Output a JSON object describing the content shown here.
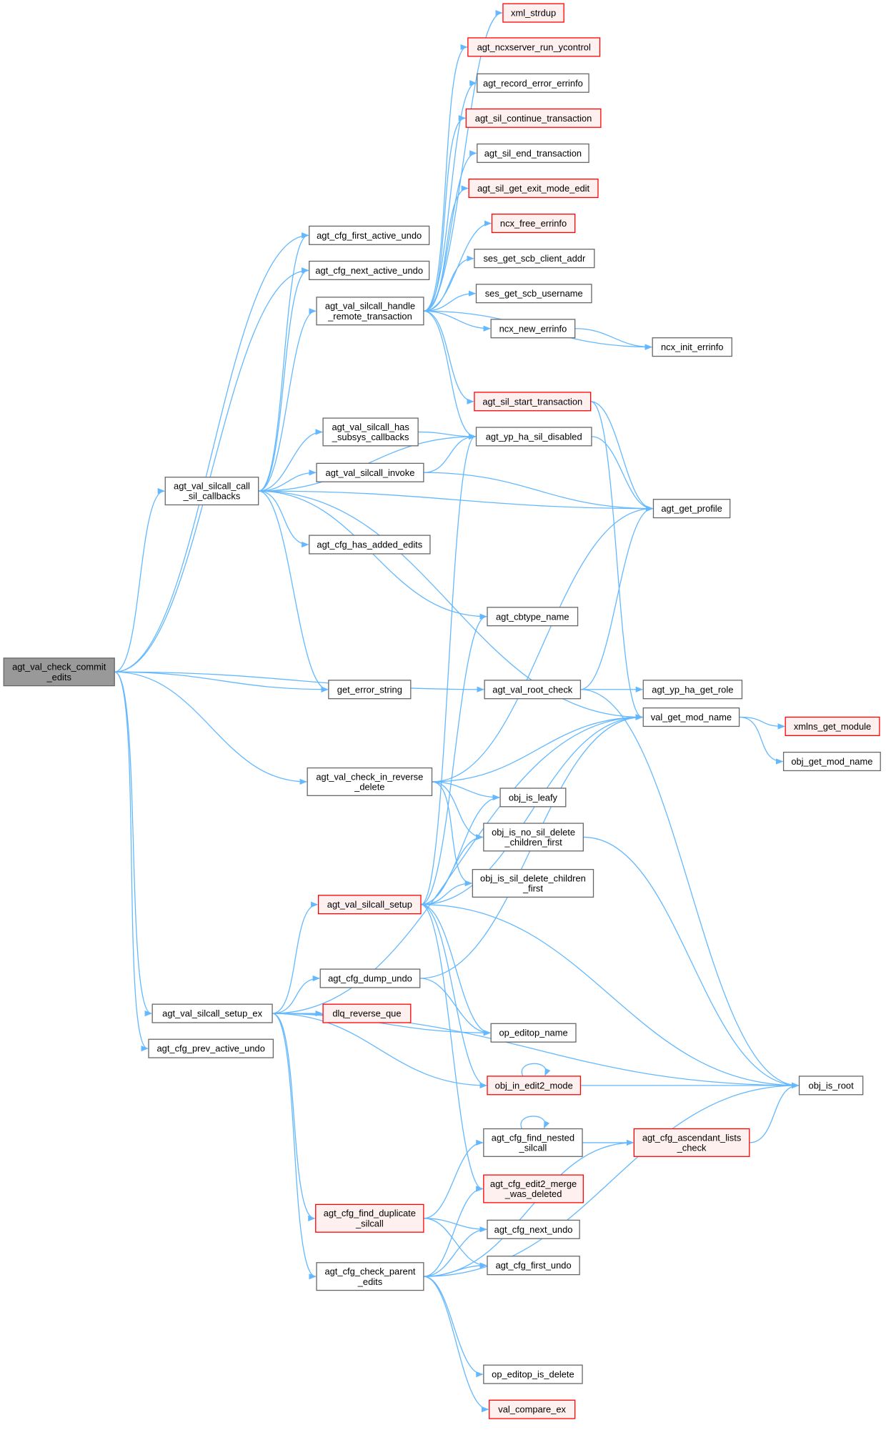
{
  "colors": {
    "edge": "#63b8ff",
    "main_fill": "#999999",
    "red_border": "#ff0000",
    "red_fill": "#fff0f0",
    "border": "#666666"
  },
  "nodes": [
    {
      "id": "main",
      "lines": [
        "agt_val_check_commit",
        "_edits"
      ],
      "style": "main"
    },
    {
      "id": "first_active_undo",
      "lines": [
        "agt_cfg_first_active_undo"
      ],
      "style": "normal"
    },
    {
      "id": "next_active_undo",
      "lines": [
        "agt_cfg_next_active_undo"
      ],
      "style": "normal"
    },
    {
      "id": "handle_remote",
      "lines": [
        "agt_val_silcall_handle",
        "_remote_transaction"
      ],
      "style": "normal"
    },
    {
      "id": "xml_strdup",
      "lines": [
        "xml_strdup"
      ],
      "style": "red"
    },
    {
      "id": "ncxserver",
      "lines": [
        "agt_ncxserver_run_ycontrol"
      ],
      "style": "red"
    },
    {
      "id": "record_error",
      "lines": [
        "agt_record_error_errinfo"
      ],
      "style": "normal"
    },
    {
      "id": "sil_continue",
      "lines": [
        "agt_sil_continue_transaction"
      ],
      "style": "red"
    },
    {
      "id": "sil_end",
      "lines": [
        "agt_sil_end_transaction"
      ],
      "style": "normal"
    },
    {
      "id": "sil_exit_mode",
      "lines": [
        "agt_sil_get_exit_mode_edit"
      ],
      "style": "red"
    },
    {
      "id": "ncx_free_errinfo",
      "lines": [
        "ncx_free_errinfo"
      ],
      "style": "red"
    },
    {
      "id": "client_addr",
      "lines": [
        "ses_get_scb_client_addr"
      ],
      "style": "normal"
    },
    {
      "id": "username",
      "lines": [
        "ses_get_scb_username"
      ],
      "style": "normal"
    },
    {
      "id": "ncx_new_errinfo",
      "lines": [
        "ncx_new_errinfo"
      ],
      "style": "normal"
    },
    {
      "id": "ncx_init_errinfo",
      "lines": [
        "ncx_init_errinfo"
      ],
      "style": "normal"
    },
    {
      "id": "sil_start",
      "lines": [
        "agt_sil_start_transaction"
      ],
      "style": "red"
    },
    {
      "id": "has_subsys",
      "lines": [
        "agt_val_silcall_has",
        "_subsys_callbacks"
      ],
      "style": "normal"
    },
    {
      "id": "sil_disabled",
      "lines": [
        "agt_yp_ha_sil_disabled"
      ],
      "style": "normal"
    },
    {
      "id": "invoke",
      "lines": [
        "agt_val_silcall_invoke"
      ],
      "style": "normal"
    },
    {
      "id": "call_sil",
      "lines": [
        "agt_val_silcall_call",
        "_sil_callbacks"
      ],
      "style": "normal"
    },
    {
      "id": "get_profile",
      "lines": [
        "agt_get_profile"
      ],
      "style": "normal"
    },
    {
      "id": "has_added_edits",
      "lines": [
        "agt_cfg_has_added_edits"
      ],
      "style": "normal"
    },
    {
      "id": "cbtype_name",
      "lines": [
        "agt_cbtype_name"
      ],
      "style": "normal"
    },
    {
      "id": "root_check",
      "lines": [
        "agt_val_root_check"
      ],
      "style": "normal"
    },
    {
      "id": "get_error_string",
      "lines": [
        "get_error_string"
      ],
      "style": "normal"
    },
    {
      "id": "get_role",
      "lines": [
        "agt_yp_ha_get_role"
      ],
      "style": "normal"
    },
    {
      "id": "val_get_mod_name",
      "lines": [
        "val_get_mod_name"
      ],
      "style": "normal"
    },
    {
      "id": "xmlns_get_module",
      "lines": [
        "xmlns_get_module"
      ],
      "style": "red"
    },
    {
      "id": "obj_get_mod_name",
      "lines": [
        "obj_get_mod_name"
      ],
      "style": "normal"
    },
    {
      "id": "reverse_delete",
      "lines": [
        "agt_val_check_in_reverse",
        "_delete"
      ],
      "style": "normal"
    },
    {
      "id": "obj_is_leafy",
      "lines": [
        "obj_is_leafy"
      ],
      "style": "normal"
    },
    {
      "id": "no_sil_delete",
      "lines": [
        "obj_is_no_sil_delete",
        "_children_first"
      ],
      "style": "normal"
    },
    {
      "id": "sil_delete",
      "lines": [
        "obj_is_sil_delete_children",
        "_first"
      ],
      "style": "normal"
    },
    {
      "id": "setup",
      "lines": [
        "agt_val_silcall_setup"
      ],
      "style": "red"
    },
    {
      "id": "dump_undo",
      "lines": [
        "agt_cfg_dump_undo"
      ],
      "style": "normal"
    },
    {
      "id": "setup_ex",
      "lines": [
        "agt_val_silcall_setup_ex"
      ],
      "style": "normal"
    },
    {
      "id": "dlq_reverse_que",
      "lines": [
        "dlq_reverse_que"
      ],
      "style": "red"
    },
    {
      "id": "op_editop_name",
      "lines": [
        "op_editop_name"
      ],
      "style": "normal"
    },
    {
      "id": "prev_active_undo",
      "lines": [
        "agt_cfg_prev_active_undo"
      ],
      "style": "normal"
    },
    {
      "id": "in_edit2_mode",
      "lines": [
        "obj_in_edit2_mode"
      ],
      "style": "red"
    },
    {
      "id": "obj_is_root",
      "lines": [
        "obj_is_root"
      ],
      "style": "normal"
    },
    {
      "id": "find_nested",
      "lines": [
        "agt_cfg_find_nested",
        "_silcall"
      ],
      "style": "normal"
    },
    {
      "id": "ascendant",
      "lines": [
        "agt_cfg_ascendant_lists",
        "_check"
      ],
      "style": "red"
    },
    {
      "id": "edit2_merge",
      "lines": [
        "agt_cfg_edit2_merge",
        "_was_deleted"
      ],
      "style": "red"
    },
    {
      "id": "find_duplicate",
      "lines": [
        "agt_cfg_find_duplicate",
        "_silcall"
      ],
      "style": "red"
    },
    {
      "id": "next_undo",
      "lines": [
        "agt_cfg_next_undo"
      ],
      "style": "normal"
    },
    {
      "id": "first_undo",
      "lines": [
        "agt_cfg_first_undo"
      ],
      "style": "normal"
    },
    {
      "id": "check_parent",
      "lines": [
        "agt_cfg_check_parent",
        "_edits"
      ],
      "style": "normal"
    },
    {
      "id": "editop_is_delete",
      "lines": [
        "op_editop_is_delete"
      ],
      "style": "normal"
    },
    {
      "id": "val_compare_ex",
      "lines": [
        "val_compare_ex"
      ],
      "style": "red"
    }
  ],
  "edges": [
    [
      "main",
      "first_active_undo"
    ],
    [
      "main",
      "next_active_undo"
    ],
    [
      "main",
      "call_sil"
    ],
    [
      "main",
      "root_check"
    ],
    [
      "main",
      "get_error_string"
    ],
    [
      "main",
      "reverse_delete"
    ],
    [
      "main",
      "setup_ex"
    ],
    [
      "main",
      "prev_active_undo"
    ],
    [
      "call_sil",
      "first_active_undo"
    ],
    [
      "call_sil",
      "next_active_undo"
    ],
    [
      "call_sil",
      "handle_remote"
    ],
    [
      "call_sil",
      "has_subsys"
    ],
    [
      "call_sil",
      "invoke"
    ],
    [
      "call_sil",
      "sil_disabled"
    ],
    [
      "call_sil",
      "get_profile"
    ],
    [
      "call_sil",
      "has_added_edits"
    ],
    [
      "call_sil",
      "cbtype_name"
    ],
    [
      "call_sil",
      "val_get_mod_name"
    ],
    [
      "call_sil",
      "get_error_string"
    ],
    [
      "handle_remote",
      "xml_strdup"
    ],
    [
      "handle_remote",
      "ncxserver"
    ],
    [
      "handle_remote",
      "record_error"
    ],
    [
      "handle_remote",
      "sil_continue"
    ],
    [
      "handle_remote",
      "sil_end"
    ],
    [
      "handle_remote",
      "sil_exit_mode"
    ],
    [
      "handle_remote",
      "ncx_free_errinfo"
    ],
    [
      "handle_remote",
      "client_addr"
    ],
    [
      "handle_remote",
      "username"
    ],
    [
      "handle_remote",
      "ncx_new_errinfo"
    ],
    [
      "handle_remote",
      "ncx_init_errinfo"
    ],
    [
      "handle_remote",
      "sil_start"
    ],
    [
      "handle_remote",
      "sil_disabled"
    ],
    [
      "ncx_new_errinfo",
      "ncx_init_errinfo"
    ],
    [
      "sil_start",
      "get_profile"
    ],
    [
      "sil_start",
      "val_get_mod_name"
    ],
    [
      "has_subsys",
      "sil_disabled"
    ],
    [
      "invoke",
      "sil_disabled"
    ],
    [
      "invoke",
      "get_profile"
    ],
    [
      "sil_disabled",
      "get_profile"
    ],
    [
      "root_check",
      "get_profile"
    ],
    [
      "root_check",
      "get_role"
    ],
    [
      "root_check",
      "obj_is_root"
    ],
    [
      "val_get_mod_name",
      "xmlns_get_module"
    ],
    [
      "val_get_mod_name",
      "obj_get_mod_name"
    ],
    [
      "reverse_delete",
      "get_profile"
    ],
    [
      "reverse_delete",
      "val_get_mod_name"
    ],
    [
      "reverse_delete",
      "obj_is_leafy"
    ],
    [
      "reverse_delete",
      "no_sil_delete"
    ],
    [
      "reverse_delete",
      "sil_delete"
    ],
    [
      "no_sil_delete",
      "obj_is_root"
    ],
    [
      "setup",
      "sil_disabled"
    ],
    [
      "setup",
      "cbtype_name"
    ],
    [
      "setup",
      "val_get_mod_name"
    ],
    [
      "setup",
      "obj_is_leafy"
    ],
    [
      "setup",
      "no_sil_delete"
    ],
    [
      "setup",
      "sil_delete"
    ],
    [
      "setup",
      "op_editop_name"
    ],
    [
      "setup",
      "in_edit2_mode"
    ],
    [
      "setup",
      "obj_is_root"
    ],
    [
      "setup",
      "edit2_merge"
    ],
    [
      "dump_undo",
      "val_get_mod_name"
    ],
    [
      "dump_undo",
      "op_editop_name"
    ],
    [
      "setup_ex",
      "val_get_mod_name"
    ],
    [
      "setup_ex",
      "setup"
    ],
    [
      "setup_ex",
      "dump_undo"
    ],
    [
      "setup_ex",
      "dlq_reverse_que"
    ],
    [
      "setup_ex",
      "op_editop_name"
    ],
    [
      "setup_ex",
      "in_edit2_mode"
    ],
    [
      "setup_ex",
      "find_duplicate"
    ],
    [
      "setup_ex",
      "check_parent"
    ],
    [
      "setup_ex",
      "obj_is_root"
    ],
    [
      "in_edit2_mode",
      "in_edit2_mode"
    ],
    [
      "in_edit2_mode",
      "obj_is_root"
    ],
    [
      "find_nested",
      "find_nested"
    ],
    [
      "find_nested",
      "ascendant"
    ],
    [
      "ascendant",
      "obj_is_root"
    ],
    [
      "find_duplicate",
      "find_nested"
    ],
    [
      "find_duplicate",
      "next_undo"
    ],
    [
      "find_duplicate",
      "first_undo"
    ],
    [
      "check_parent",
      "edit2_merge"
    ],
    [
      "check_parent",
      "next_undo"
    ],
    [
      "check_parent",
      "first_undo"
    ],
    [
      "check_parent",
      "ascendant"
    ],
    [
      "check_parent",
      "obj_is_root"
    ],
    [
      "check_parent",
      "editop_is_delete"
    ],
    [
      "check_parent",
      "val_compare_ex"
    ]
  ]
}
